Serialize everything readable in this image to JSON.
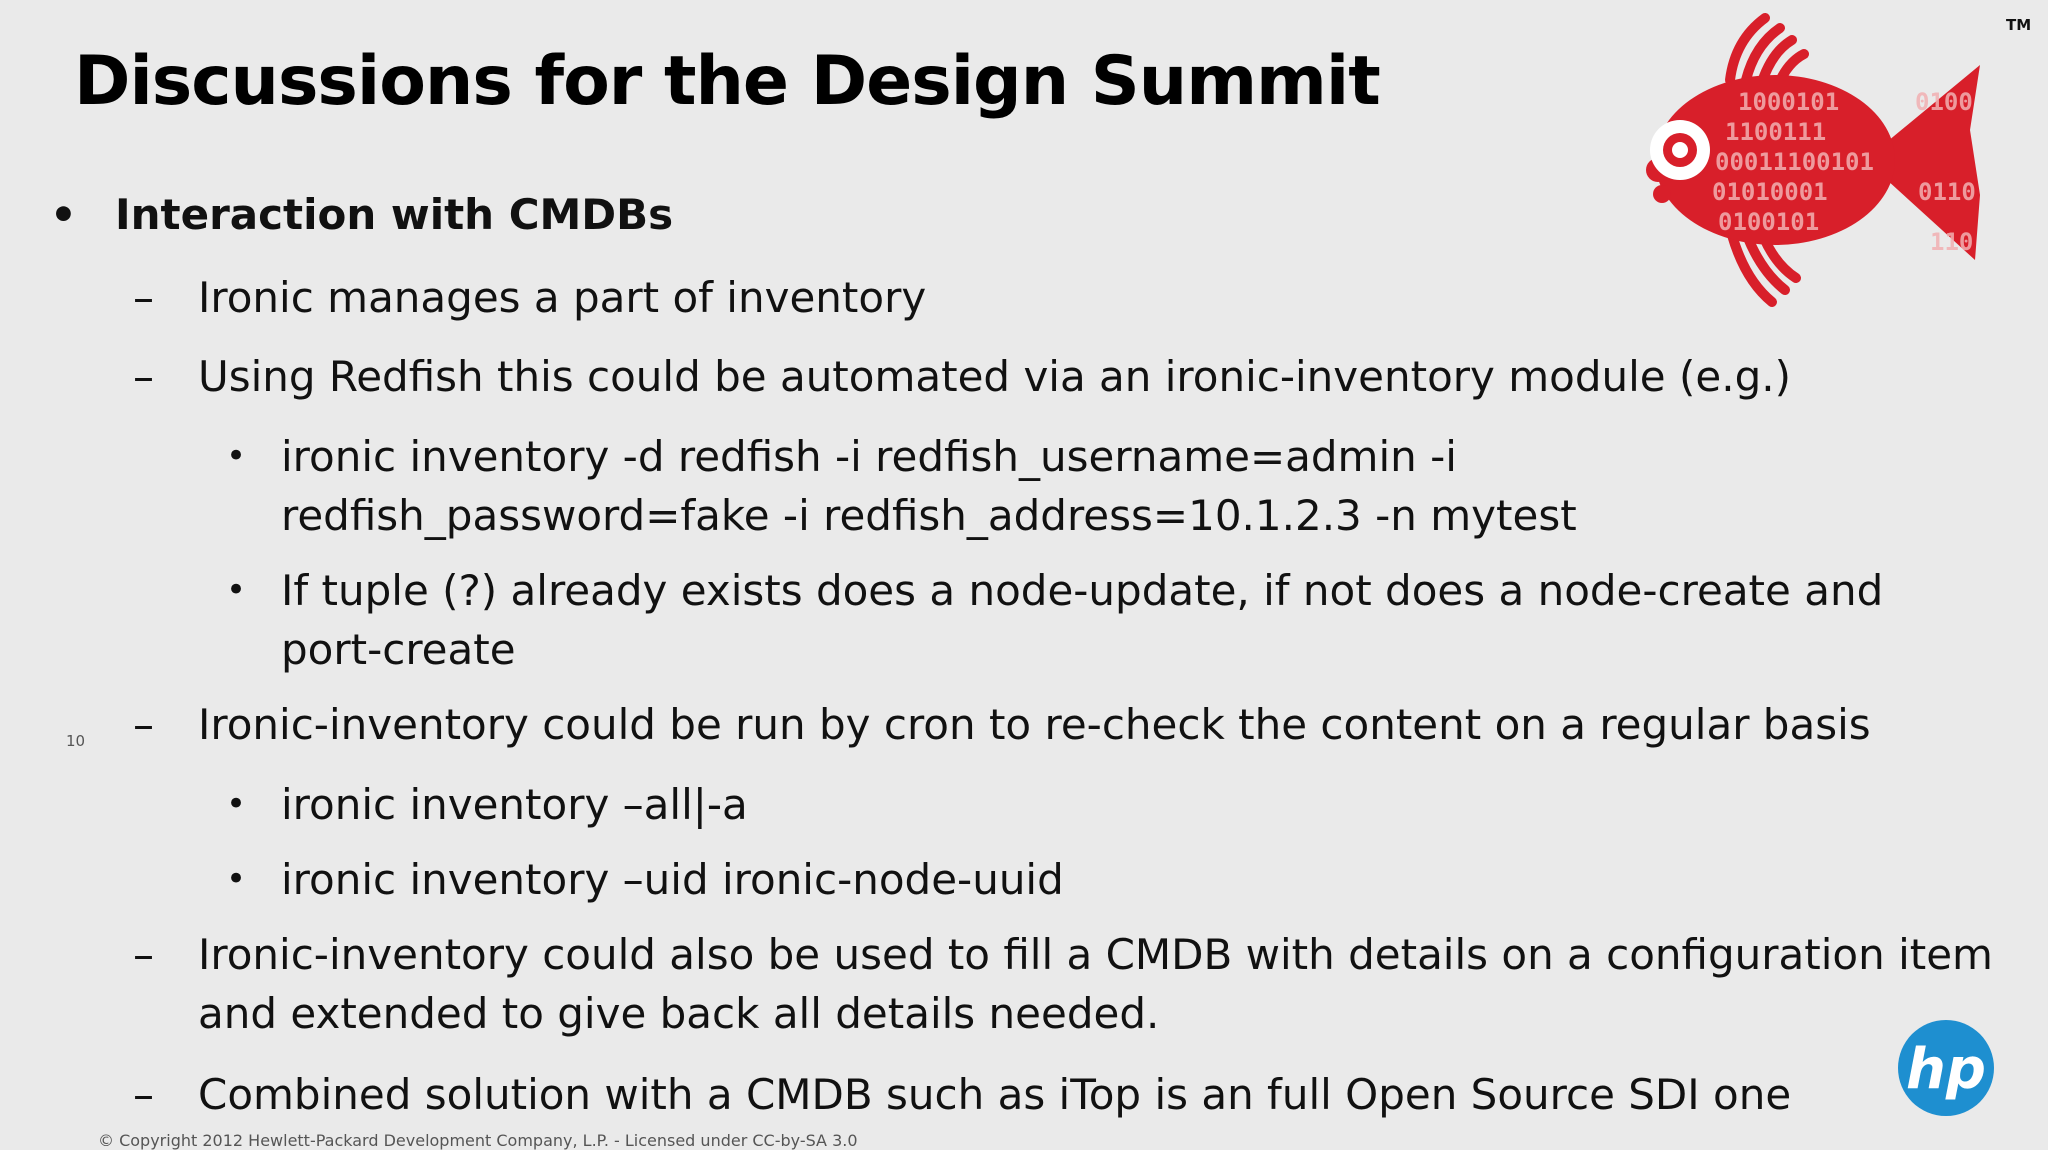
{
  "slide": {
    "title": "Discussions for the Design Summit",
    "trademark": "TM",
    "page_number": "10",
    "footer": "© Copyright 2012 Hewlett-Packard Development Company, L.P.   - Licensed under CC-by-SA 3.0",
    "logo_text": "hp",
    "brand_color": "#1e8fd0",
    "mascot_color": "#d81f2a",
    "mascot_binary": [
      "1000101",
      "1100111",
      "00011100101",
      "01010001",
      "0100101",
      "0100",
      "0110",
      "110"
    ]
  },
  "content": {
    "heading_bullet": "•",
    "heading": "Interaction with CMDBs",
    "items": [
      {
        "marker": "–",
        "text": "Ironic manages a part of inventory"
      },
      {
        "marker": "–",
        "text": "Using Redfish this could be automated via an ironic-inventory module (e.g.)"
      },
      {
        "marker": "•",
        "text": "ironic inventory -d redfish -i redfish_username=admin -i redfish_password=fake -i redfish_address=10.1.2.3 -n mytest"
      },
      {
        "marker": "•",
        "text": "If tuple (?) already exists does a node-update, if not does a node-create and port-create"
      },
      {
        "marker": "–",
        "text": "Ironic-inventory could be run by cron to re-check the content on a regular basis"
      },
      {
        "marker": "•",
        "text": "ironic inventory –all|-a"
      },
      {
        "marker": "•",
        "text": "ironic inventory –uid ironic-node-uuid"
      },
      {
        "marker": "–",
        "text": "Ironic-inventory could also be used to fill a CMDB with details on a configuration item and extended to give back all details needed."
      },
      {
        "marker": "–",
        "text": "Combined solution with a CMDB such as iTop is an full Open Source SDI one"
      }
    ]
  }
}
